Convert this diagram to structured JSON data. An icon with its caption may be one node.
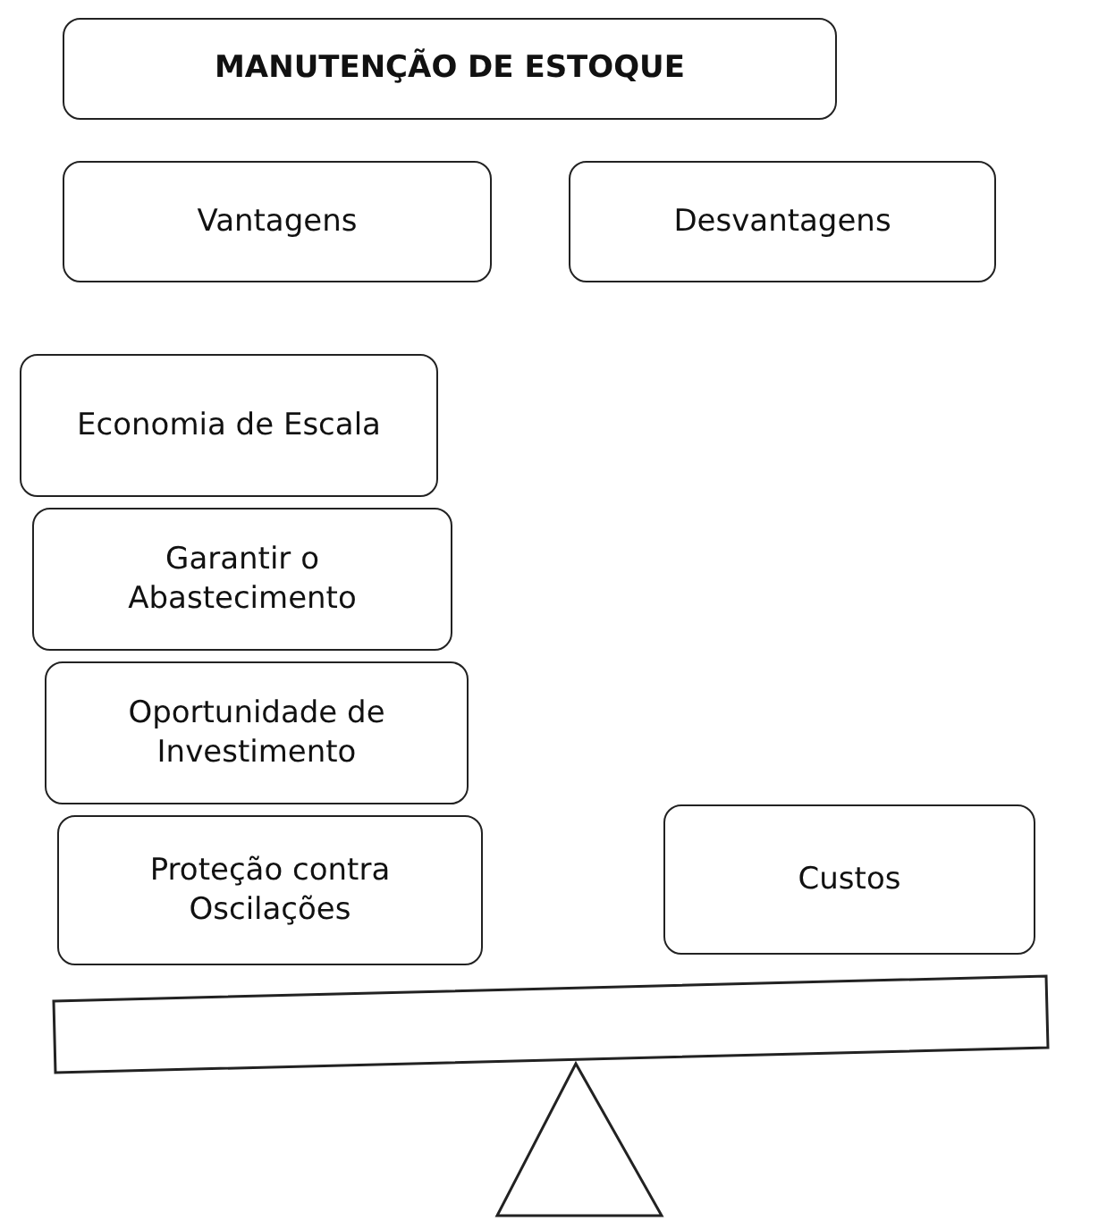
{
  "diagram": {
    "nodes": [
      {
        "text": [
          "MANUTENÇÃO DE ESTOQUE"
        ]
      },
      {
        "text": [
          "Vantagens"
        ]
      },
      {
        "text": [
          "Desvantagens"
        ]
      },
      {
        "text": [
          "Economia de Escala"
        ]
      },
      {
        "text": [
          "Garantir o Abastecimento"
        ]
      },
      {
        "text": [
          "Oportunidade de Investimento"
        ]
      },
      {
        "text": [
          "Proteção contra Oscilações"
        ]
      },
      {
        "text": [
          "Custos"
        ]
      }
    ]
  }
}
